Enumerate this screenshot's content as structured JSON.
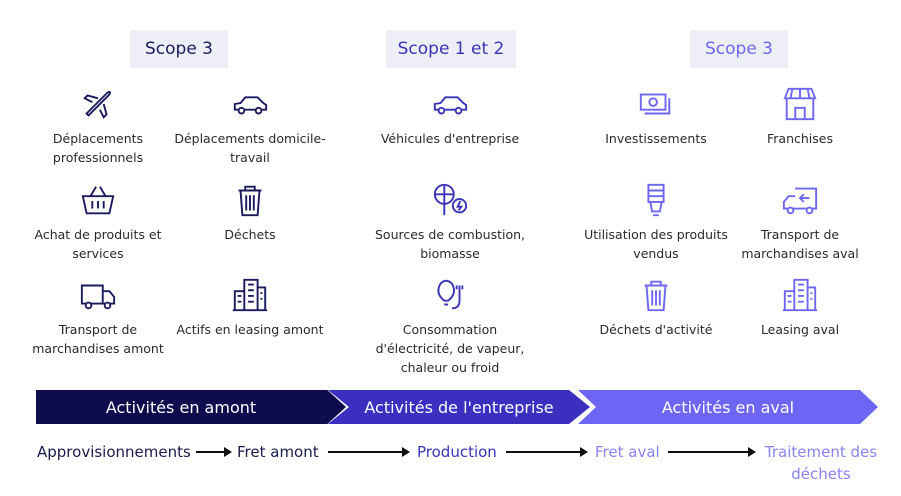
{
  "colors": {
    "upstream": "#0f0c4d",
    "company": "#3a2fbf",
    "downstream": "#6d66f5"
  },
  "scopes": [
    "Scope 3",
    "Scope 1 et 2",
    "Scope 3"
  ],
  "upstream": [
    {
      "label": "Déplacements professionnels",
      "icon": "airplane-icon"
    },
    {
      "label": "Déplacements domicile-travail",
      "icon": "car-icon"
    },
    {
      "label": "Achat de produits et services",
      "icon": "basket-icon"
    },
    {
      "label": "Déchets",
      "icon": "trash-icon"
    },
    {
      "label": "Transport de marchandises amont",
      "icon": "truck-icon"
    },
    {
      "label": "Actifs en leasing amont",
      "icon": "building-icon"
    }
  ],
  "company": [
    {
      "label": "Véhicules d'entreprise",
      "icon": "car-icon"
    },
    {
      "label": "Sources de combustion, biomasse",
      "icon": "energy-globe-icon"
    },
    {
      "label": "Consommation d'électricité, de vapeur, chaleur ou froid",
      "icon": "bulb-plug-icon"
    }
  ],
  "downstream": [
    {
      "label": "Investissements",
      "icon": "money-icon"
    },
    {
      "label": "Franchises",
      "icon": "store-icon"
    },
    {
      "label": "Utilisation des produits vendus",
      "icon": "eco-bulb-icon"
    },
    {
      "label": "Transport de marchandises aval",
      "icon": "truck-return-icon"
    },
    {
      "label": "Déchets d'activité",
      "icon": "trash-icon"
    },
    {
      "label": "Leasing aval",
      "icon": "building-icon"
    }
  ],
  "banners": [
    "Activités en amont",
    "Activités de l'entreprise",
    "Activités en aval"
  ],
  "flow": [
    "Approvisionnements",
    "Fret amont",
    "Production",
    "Fret aval",
    "Traitement des déchets"
  ]
}
